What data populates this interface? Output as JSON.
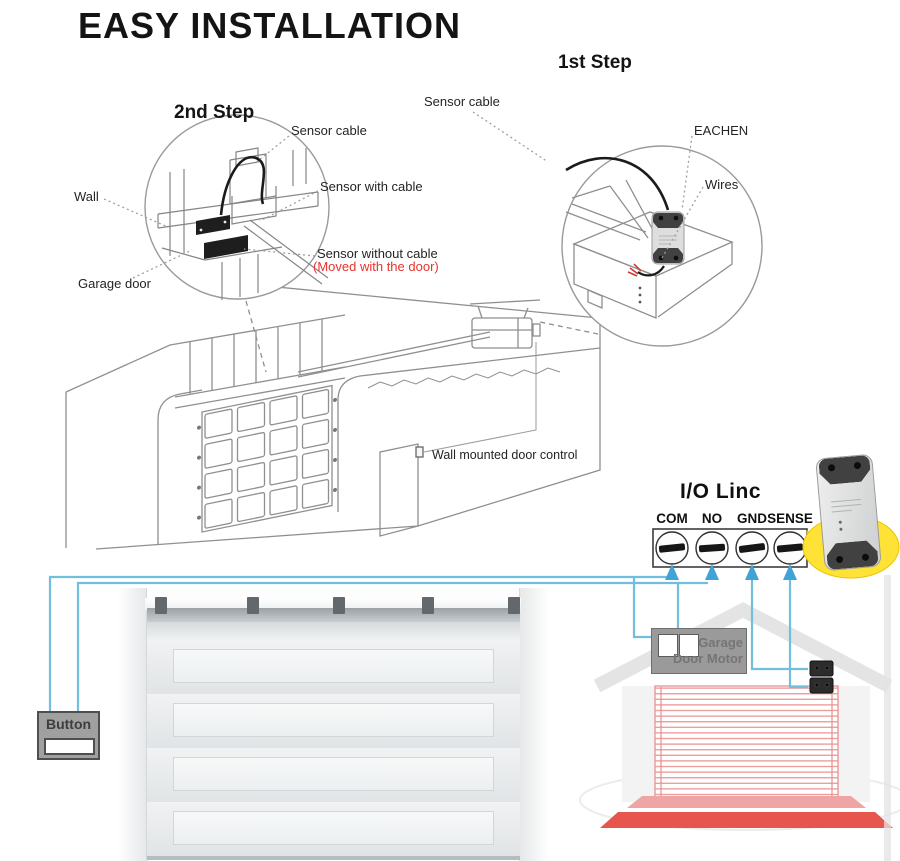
{
  "title": "EASY INSTALLATION",
  "step1": {
    "title": "1st Step",
    "sensor_cable": "Sensor cable",
    "eachen": "EACHEN",
    "wires": "Wires"
  },
  "step2": {
    "title": "2nd Step",
    "sensor_cable": "Sensor cable",
    "sensor_with_cable": "Sensor with cable",
    "wall": "Wall",
    "sensor_without_cable": "Sensor without cable",
    "moved_with_door": "(Moved with the door)",
    "garage_door": "Garage door"
  },
  "scene": {
    "wall_control": "Wall mounted door control"
  },
  "io_linc": {
    "title": "I/O Linc",
    "terminals": [
      "COM",
      "NO",
      "GND",
      "SENSE"
    ]
  },
  "button": {
    "label": "Button"
  },
  "motor": {
    "line1": "Garage",
    "line2": "Door Motor"
  },
  "colors": {
    "wire_blue": "#72bedd",
    "arrow_blue": "#3fa3d6",
    "red_text": "#e6332d",
    "highlight_yellow": "#ffe236",
    "stripe_red": "#ef9d9d",
    "driveway_light": "#efa5a5",
    "driveway_dark": "#e7554f"
  }
}
